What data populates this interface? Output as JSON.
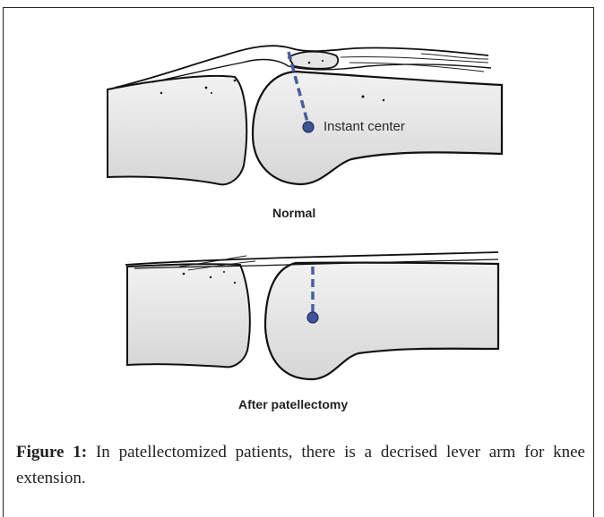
{
  "figure": {
    "label_instant_center": "Instant center",
    "label_normal": "Normal",
    "label_after": "After patellectomy",
    "caption_label": "Figure 1:",
    "caption_text": " In patellectomized patients, there is a decrised lever arm for knee extension."
  },
  "colors": {
    "bone_fill": "#e3e3e3",
    "outline": "#111111",
    "lever_arm": "#4a5e9c",
    "center_dot": "#3e5398"
  }
}
